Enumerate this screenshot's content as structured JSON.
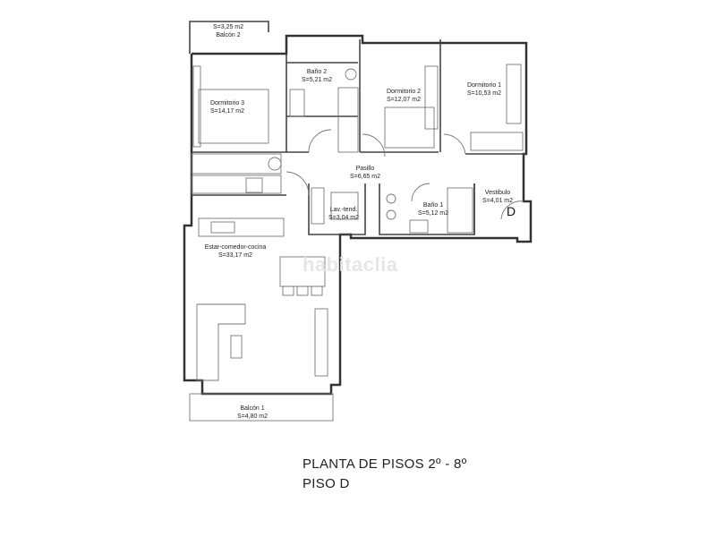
{
  "rooms": {
    "balcon2": {
      "name": "Balcón 2",
      "area": "S=3,25 m2"
    },
    "bano2": {
      "name": "Baño 2",
      "area": "S=5,21 m2"
    },
    "dormitorio2": {
      "name": "Dormitorio 2",
      "area": "S=12,07 m2"
    },
    "dormitorio1": {
      "name": "Dormitorio 1",
      "area": "S=10,53 m2"
    },
    "dormitorio3": {
      "name": "Dormitorio 3",
      "area": "S=14,17 m2"
    },
    "pasillo": {
      "name": "Pasillo",
      "area": "S=6,65 m2"
    },
    "vestibulo": {
      "name": "Vestibulo",
      "area": "S=4,01 m2"
    },
    "lavadero": {
      "name": "Lav.-tend.",
      "area": "S=3,04 m2"
    },
    "bano1": {
      "name": "Baño 1",
      "area": "S=5,12 m2"
    },
    "estar": {
      "name": "Estar-comedor-cocina",
      "area": "S=33,17 m2"
    },
    "balcon1": {
      "name": "Balcón 1",
      "area": "S=4,80 m2"
    }
  },
  "unit_tag": "D",
  "watermark": "habitaclia",
  "caption": {
    "line1": "PLANTA DE PISOS 2º - 8º",
    "line2": "PISO D"
  },
  "colors": {
    "wall": "#3a3a3a",
    "line": "#555555",
    "text": "#222222"
  }
}
